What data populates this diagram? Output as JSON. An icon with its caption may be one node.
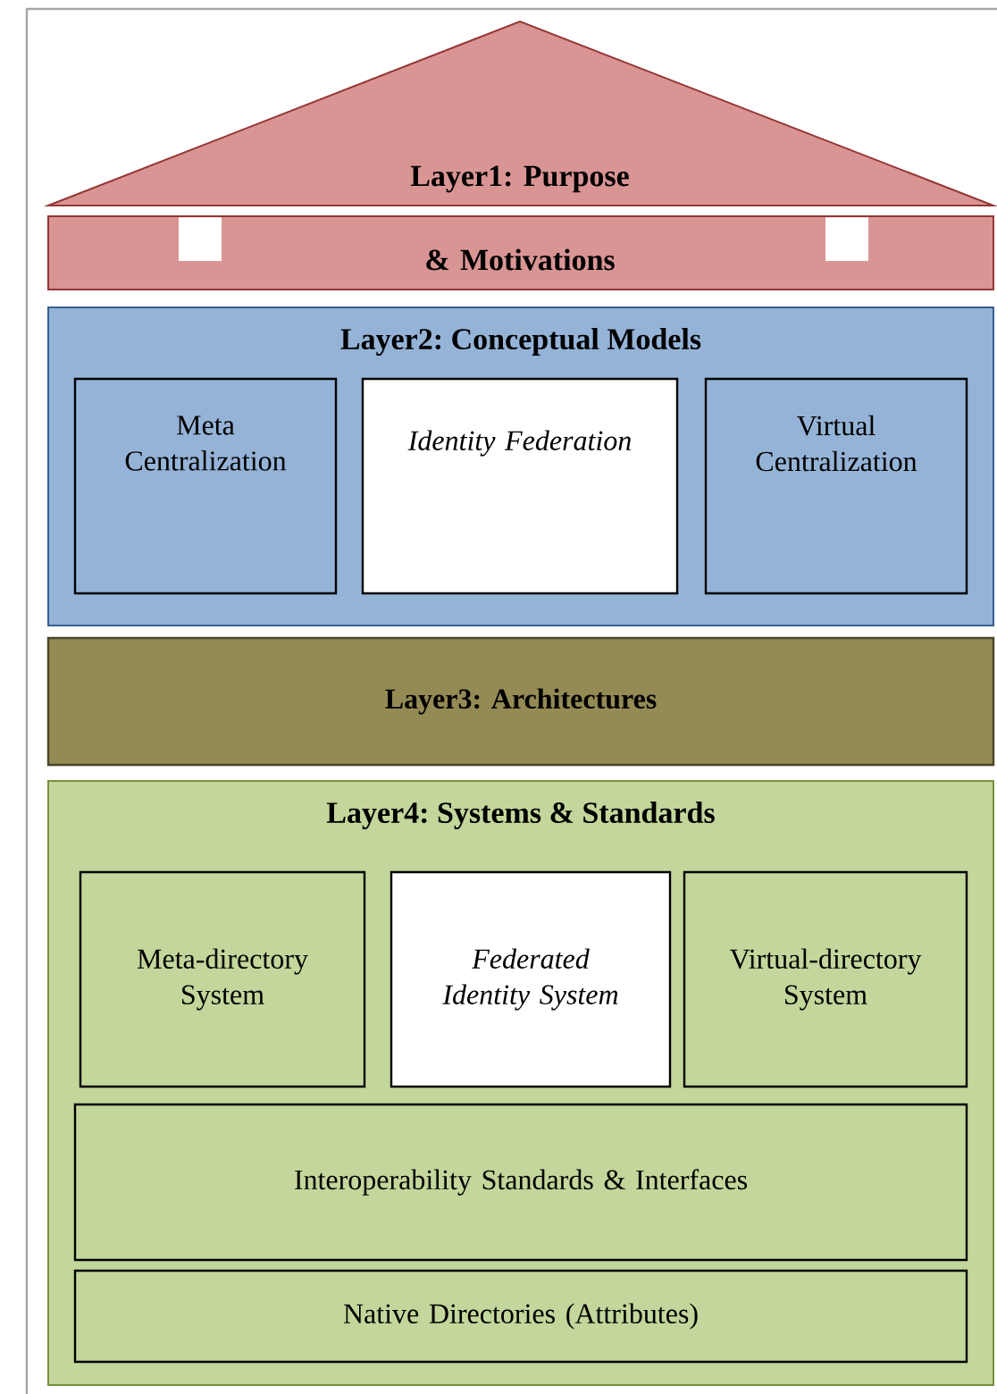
{
  "diagram": {
    "nodes": [
      {
        "text": [
          "Layer1: Purpose & Motivations"
        ]
      },
      {
        "text": [
          "Layer2: Conceptual Models"
        ]
      },
      {
        "text": [
          "Meta Centralization"
        ],
        "in": 1
      },
      {
        "text": [
          "Identity Federation"
        ],
        "in": 1
      },
      {
        "text": [
          "Virtual Centralization"
        ],
        "in": 1
      },
      {
        "text": [
          "Layer3: Architectures"
        ]
      },
      {
        "text": [
          "Layer4: Systems & Standards"
        ]
      },
      {
        "text": [
          "Meta-directory System"
        ],
        "in": 6
      },
      {
        "text": [
          "Federated Identity System"
        ],
        "in": 6
      },
      {
        "text": [
          "Virtual-directory System"
        ],
        "in": 6
      },
      {
        "text": [
          "Interoperability Standards & Interfaces"
        ],
        "in": 6
      },
      {
        "text": [
          "Native Directories (Attributes)"
        ],
        "in": 6
      }
    ]
  }
}
